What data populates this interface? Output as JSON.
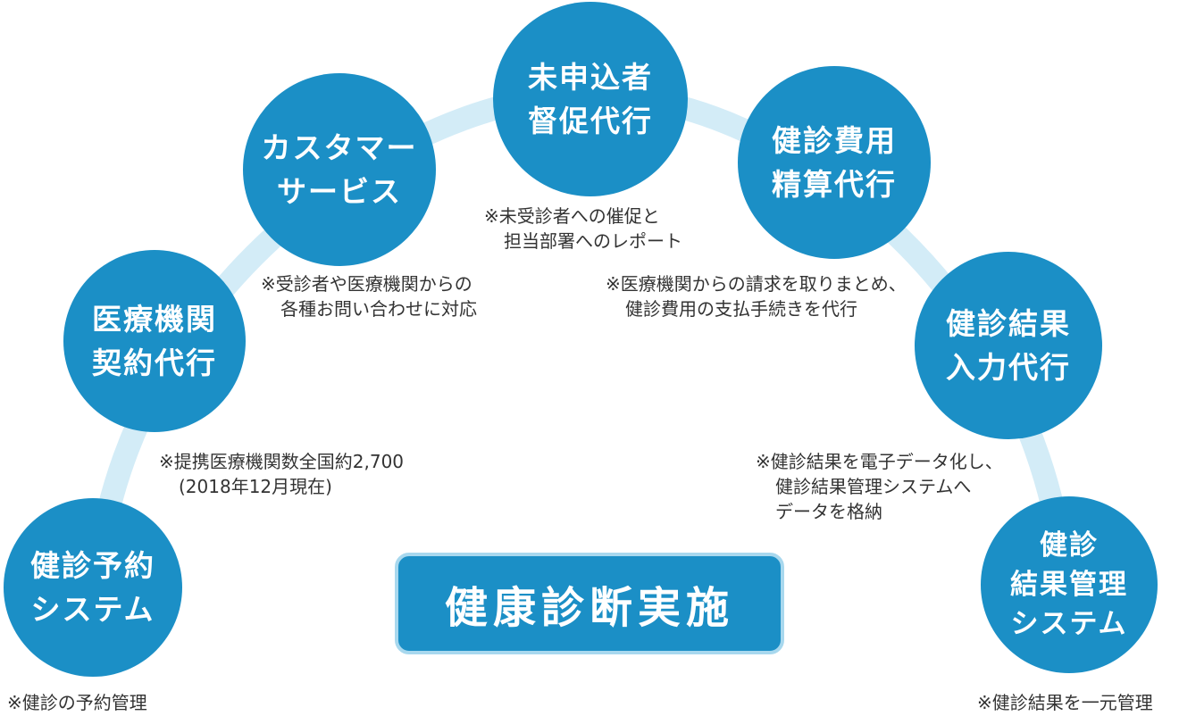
{
  "center": {
    "label": "健康診断実施"
  },
  "nodes": {
    "reservation": {
      "line1": "健診予約",
      "line2": "システム"
    },
    "contract": {
      "line1": "医療機関",
      "line2": "契約代行"
    },
    "customer": {
      "line1": "カスタマー",
      "line2": "サービス"
    },
    "reminder": {
      "line1": "未申込者",
      "line2": "督促代行"
    },
    "billing": {
      "line1": "健診費用",
      "line2": "精算代行"
    },
    "input": {
      "line1": "健診結果",
      "line2": "入力代行"
    },
    "management": {
      "line1": "健診",
      "line2": "結果管理",
      "line3": "システム"
    }
  },
  "notes": {
    "reservation": [
      "※健診の予約管理"
    ],
    "contract": [
      "※提携医療機関数全国約2,700",
      "(2018年12月現在)"
    ],
    "customer": [
      "※受診者や医療機関からの",
      "各種お問い合わせに対応"
    ],
    "reminder": [
      "※未受診者への催促と",
      "担当部署へのレポート"
    ],
    "billing": [
      "※医療機関からの請求を取りまとめ、",
      "健診費用の支払手続きを代行"
    ],
    "input": [
      "※健診結果を電子データ化し、",
      "健診結果管理システムへ",
      "データを格納"
    ],
    "management": [
      "※健診結果を一元管理"
    ]
  },
  "colors": {
    "node": "#1b8fc6",
    "arc": "#d3ecf7",
    "border": "#a8d8ee",
    "text": "#333333"
  }
}
